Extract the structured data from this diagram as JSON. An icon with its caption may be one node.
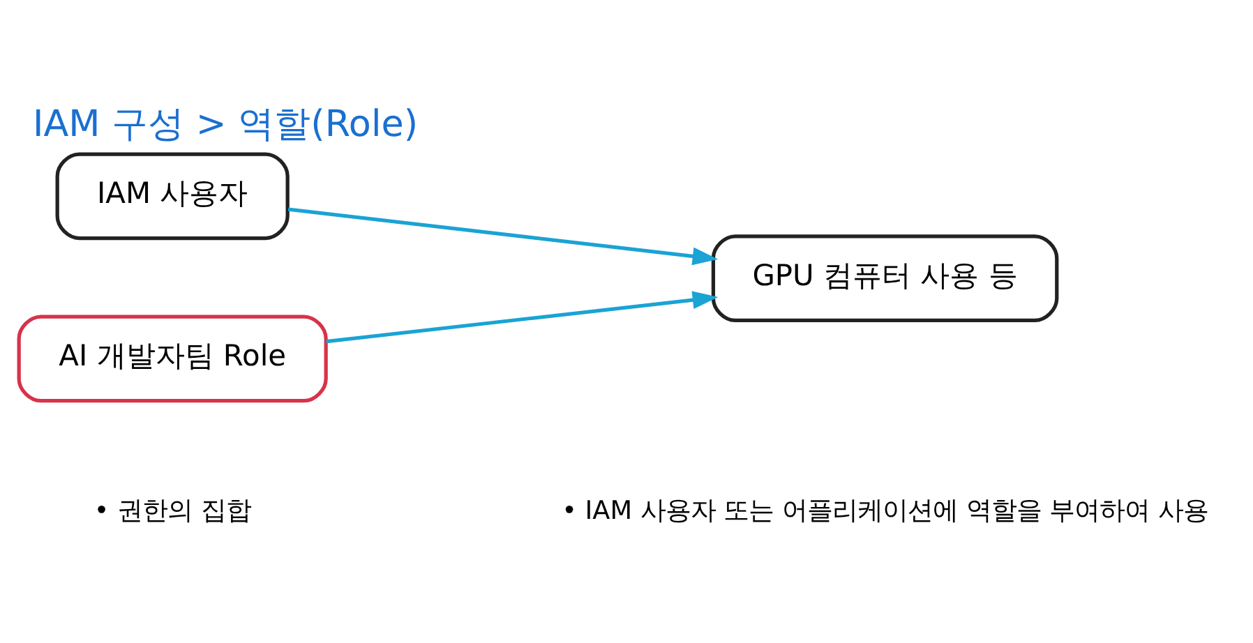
{
  "diagram": {
    "title": "IAM 구성 > 역할(Role)",
    "nodes": [
      {
        "text": [
          "IAM 사용자"
        ]
      },
      {
        "text": [
          "AI 개발자팀 Role"
        ]
      },
      {
        "text": [
          "GPU 컴퓨터 사용 등"
        ]
      }
    ],
    "edges": [
      {
        "from": 0,
        "to": 2,
        "arrow": "to",
        "color": "#1aa3d4"
      },
      {
        "from": 1,
        "to": 2,
        "arrow": "to",
        "color": "#1aa3d4"
      }
    ],
    "labels": [
      "• 권한의 집합",
      "• IAM 사용자 또는 어플리케이션에 역할을 부여하여 사용"
    ]
  }
}
